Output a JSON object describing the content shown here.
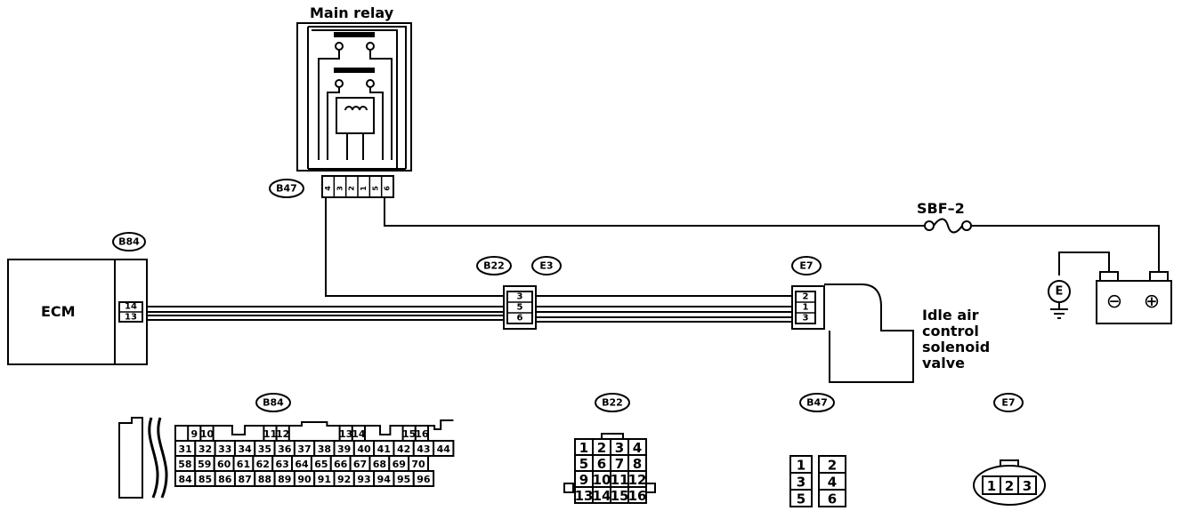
{
  "labels": {
    "main_relay": "Main relay",
    "ecm": "ECM",
    "fuse": "SBF–2",
    "iac_line1": "Idle air",
    "iac_line2": "control",
    "iac_line3": "solenoid",
    "iac_line4": "valve",
    "ground_symbol": "E"
  },
  "tags": {
    "b47": "B47",
    "b84": "B84",
    "b22": "B22",
    "e3": "E3",
    "e7": "E7",
    "b84_view": "B84",
    "b22_view": "B22",
    "b47_view": "B47",
    "e7_view": "E7"
  },
  "relay_pins": [
    "4",
    "3",
    "2",
    "1",
    "5",
    "6"
  ],
  "ecm_pins": [
    "14",
    "13"
  ],
  "b22_pins": [
    "3",
    "5",
    "6"
  ],
  "e7_pins": [
    "2",
    "1",
    "3"
  ],
  "b84_connector": {
    "row1": [
      "9",
      "10",
      "11",
      "12",
      "13",
      "14",
      "15",
      "16"
    ],
    "row2": [
      "31",
      "32",
      "33",
      "34",
      "35",
      "36",
      "37",
      "38",
      "39",
      "40",
      "41",
      "42",
      "43",
      "44"
    ],
    "row3": [
      "58",
      "59",
      "60",
      "61",
      "62",
      "63",
      "64",
      "65",
      "66",
      "67",
      "68",
      "69",
      "70"
    ],
    "row4": [
      "84",
      "85",
      "86",
      "87",
      "88",
      "89",
      "90",
      "91",
      "92",
      "93",
      "94",
      "95",
      "96"
    ]
  },
  "b22_connector": {
    "row1": [
      "1",
      "2",
      "3",
      "4"
    ],
    "row2": [
      "5",
      "6",
      "7",
      "8"
    ],
    "row3": [
      "9",
      "10",
      "11",
      "12"
    ],
    "row4": [
      "13",
      "14",
      "15",
      "16"
    ]
  },
  "b47_connector": {
    "row1": [
      "1",
      "2"
    ],
    "row2": [
      "3",
      "4"
    ],
    "row3": [
      "5",
      "6"
    ]
  },
  "e7_connector": [
    "1",
    "2",
    "3"
  ],
  "battery": {
    "negative": "⊖",
    "positive": "⊕"
  }
}
